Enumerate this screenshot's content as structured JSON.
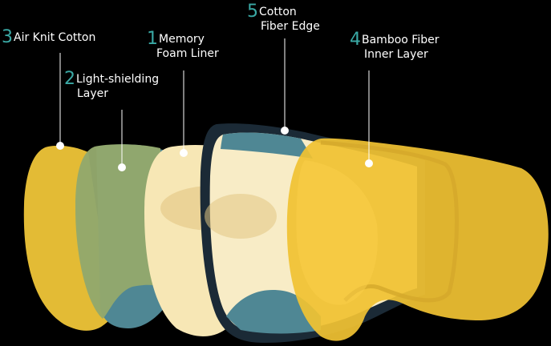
{
  "labels": [
    {
      "id": "air-knit-cotton",
      "number": "3",
      "line1": "Air Knit Cotton",
      "line2": ""
    },
    {
      "id": "light-shielding-layer",
      "number": "2",
      "line1": "Light-shielding",
      "line2": "Layer"
    },
    {
      "id": "memory-foam-liner",
      "number": "1",
      "line1": "Memory",
      "line2": "Foam Liner"
    },
    {
      "id": "cotton-fiber-edge",
      "number": "5",
      "line1": "Cotton",
      "line2": "Fiber Edge"
    },
    {
      "id": "bamboo-fiber-inner-layer",
      "number": "4",
      "line1": "Bamboo Fiber",
      "line2": "Inner Layer"
    }
  ],
  "colors": {
    "background": "#000000",
    "accent_number": "#3aa9a5",
    "label_text": "#ffffff",
    "air_knit_cotton": "#e3bb35",
    "light_shielding": "#93a86c",
    "memory_foam": "#f7e7b5",
    "cotton_fiber_edge": "#1b2a36",
    "bamboo_fiber": "#f0c233",
    "teal_inner": "#4f8794"
  }
}
